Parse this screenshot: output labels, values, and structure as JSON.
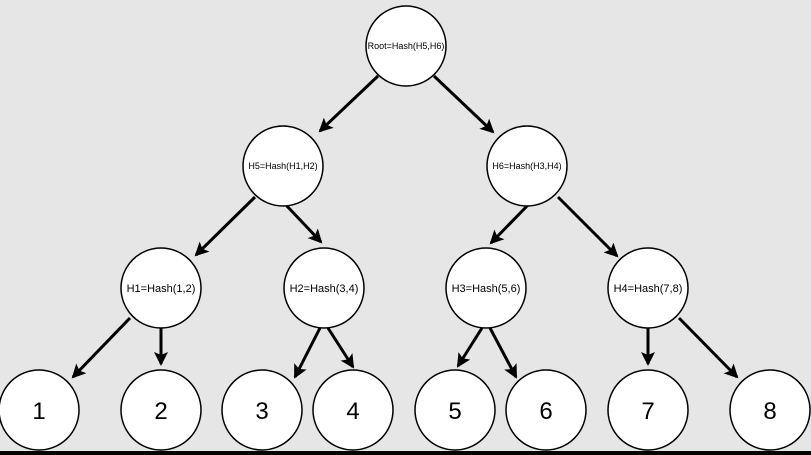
{
  "diagram": {
    "root": {
      "label": "Root=Hash(H5,H6)"
    },
    "level1": [
      {
        "label": "H5=Hash(H1,H2)"
      },
      {
        "label": "H6=Hash(H3,H4)"
      }
    ],
    "level2": [
      {
        "label": "H1=Hash(1,2)"
      },
      {
        "label": "H2=Hash(3,4)"
      },
      {
        "label": "H3=Hash(5,6)"
      },
      {
        "label": "H4=Hash(7,8)"
      }
    ],
    "leaves": [
      {
        "label": "1"
      },
      {
        "label": "2"
      },
      {
        "label": "3"
      },
      {
        "label": "4"
      },
      {
        "label": "5"
      },
      {
        "label": "6"
      },
      {
        "label": "7"
      },
      {
        "label": "8"
      }
    ]
  },
  "colors": {
    "background": "#e6e6e6",
    "node_fill": "#ffffff",
    "stroke": "#000000"
  }
}
